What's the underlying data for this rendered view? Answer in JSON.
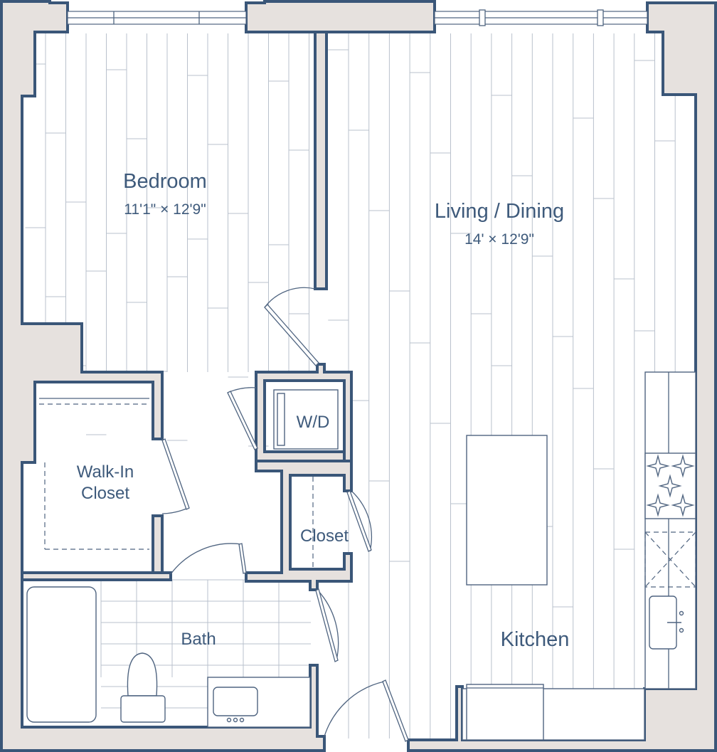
{
  "floor_plan": {
    "colors": {
      "wall_outline": "#3a5678",
      "wall_fill": "#e6e1de",
      "floor_lines": "#b9c1cc",
      "label_text": "#3e5a7b"
    },
    "rooms": {
      "bedroom": {
        "name": "Bedroom",
        "dimensions": "11'1\" × 12'9\""
      },
      "living_dining": {
        "name": "Living / Dining",
        "dimensions": "14' × 12'9\""
      },
      "walk_in_closet": {
        "name_line1": "Walk-In",
        "name_line2": "Closet"
      },
      "washer_dryer": {
        "name": "W/D"
      },
      "closet": {
        "name": "Closet"
      },
      "bath": {
        "name": "Bath"
      },
      "kitchen": {
        "name": "Kitchen"
      }
    }
  }
}
